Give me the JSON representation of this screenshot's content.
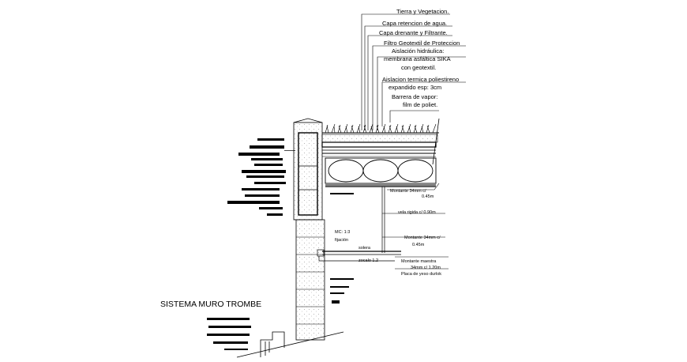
{
  "title": "SISTEMA MURO TROMBE",
  "roof_layers": [
    "Tierra y Vegetacion.",
    "Capa retencion de agua.",
    "Capa drenante y Filtrante.",
    "Filtro Geotextil de Proteccion",
    "Aislación hidráulica:",
    "membrana asfáltica SIKA",
    "con geotextil.",
    "Aislacion termica poliestireno",
    "expandido esp: 3cm",
    "Barrera de vapor:",
    "film de poliet."
  ],
  "ceiling_notes": {
    "montante_1_a": "Montante 34mm c/",
    "montante_1_b": "0.45m",
    "vela_rigida": "vela rigida c/ 0.90m",
    "montante_2_a": "Montante 34mm c/",
    "montante_2_b": "0.45m",
    "montante_maestra_a": "Montante maestra",
    "montante_maestra_b": "34mm c/ 1.20m",
    "placa_yeso": "Placa de yeso durlok"
  },
  "wall_notes": {
    "mc": "MC: 1:3",
    "fijacion": "fijación",
    "solera": "solera",
    "zocalo": "zocalo 1.2"
  }
}
